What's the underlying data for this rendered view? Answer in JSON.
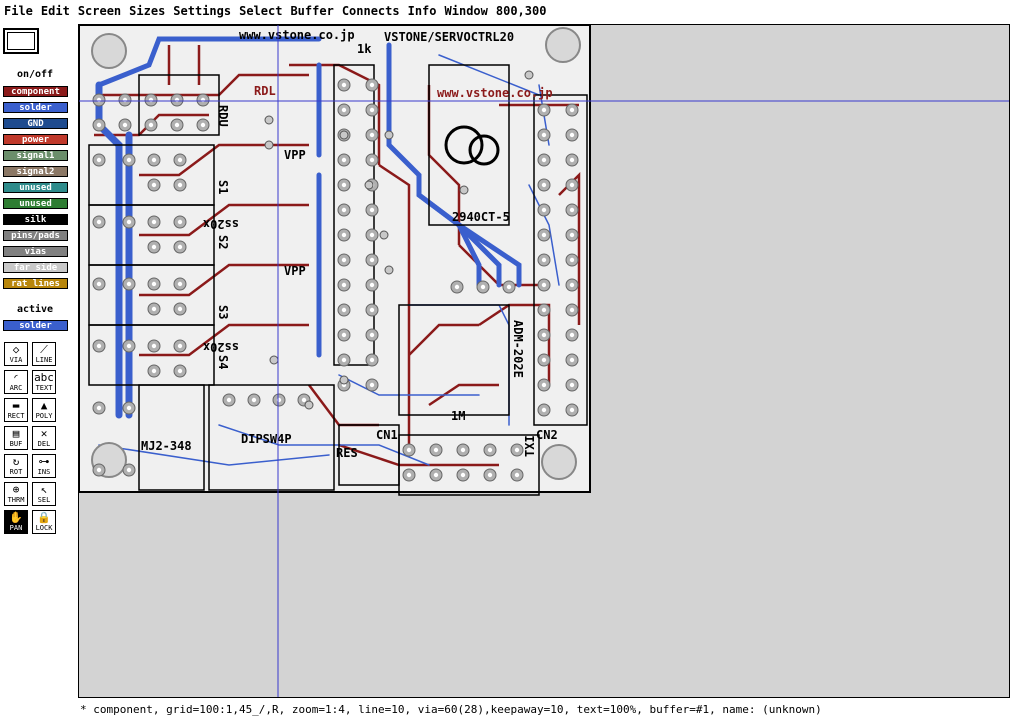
{
  "menubar": {
    "items": [
      "File",
      "Edit",
      "Screen",
      "Sizes",
      "Settings",
      "Select",
      "Buffer",
      "Connects",
      "Info",
      "Window"
    ],
    "window_size": "800,300"
  },
  "panel": {
    "onoff_label": "on/off",
    "layers": [
      {
        "name": "component",
        "bg": "#8b1a1a",
        "fg": "#ffffff"
      },
      {
        "name": "solder",
        "bg": "#3a5fcd",
        "fg": "#ffffff"
      },
      {
        "name": "GND",
        "bg": "#1e4b8f",
        "fg": "#ffffff"
      },
      {
        "name": "power",
        "bg": "#c0392b",
        "fg": "#ffffff"
      },
      {
        "name": "signal1",
        "bg": "#6b8e6b",
        "fg": "#ffffff"
      },
      {
        "name": "signal2",
        "bg": "#8b7765",
        "fg": "#ffffff"
      },
      {
        "name": "unused",
        "bg": "#2e8b8b",
        "fg": "#ffffff"
      },
      {
        "name": "unused",
        "bg": "#2e7d32",
        "fg": "#ffffff"
      },
      {
        "name": "silk",
        "bg": "#000000",
        "fg": "#ffffff"
      },
      {
        "name": "pins/pads",
        "bg": "#808080",
        "fg": "#ffffff"
      },
      {
        "name": "vias",
        "bg": "#808080",
        "fg": "#ffffff"
      },
      {
        "name": "far side",
        "bg": "#c8c8c8",
        "fg": "#ffffff"
      },
      {
        "name": "rat lines",
        "bg": "#b8860b",
        "fg": "#ffffff"
      }
    ],
    "active_label": "active",
    "active_layer": {
      "name": "solder",
      "bg": "#3a5fcd"
    },
    "tools": [
      {
        "name": "VIA",
        "icon": "via-icon",
        "glyph": "◇"
      },
      {
        "name": "LINE",
        "icon": "line-icon",
        "glyph": "⟋"
      },
      {
        "name": "ARC",
        "icon": "arc-icon",
        "glyph": "◜"
      },
      {
        "name": "TEXT",
        "icon": "text-icon",
        "glyph": "abc"
      },
      {
        "name": "RECT",
        "icon": "rect-icon",
        "glyph": "▬"
      },
      {
        "name": "POLY",
        "icon": "poly-icon",
        "glyph": "▲"
      },
      {
        "name": "BUF",
        "icon": "buffer-icon",
        "glyph": "▤"
      },
      {
        "name": "DEL",
        "icon": "delete-icon",
        "glyph": "✕"
      },
      {
        "name": "ROT",
        "icon": "rotate-icon",
        "glyph": "↻"
      },
      {
        "name": "INS",
        "icon": "insert-icon",
        "glyph": "⊶"
      },
      {
        "name": "THRM",
        "icon": "thermal-icon",
        "glyph": "⊕"
      },
      {
        "name": "SEL",
        "icon": "select-arrow-icon",
        "glyph": "↖"
      },
      {
        "name": "PAN",
        "icon": "hand-icon",
        "glyph": "✋"
      },
      {
        "name": "LOCK",
        "icon": "lock-icon",
        "glyph": "🔒"
      }
    ],
    "selected_tool": "PAN"
  },
  "board": {
    "labels": {
      "url_top": "www.vstone.co.jp",
      "title": "VSTONE/SERVOCTRL20",
      "res_1k": "1k",
      "url_right": "www.vstone.co.jp",
      "rdl": "RDL",
      "rdu": "RDU",
      "vpp_top": "VPP",
      "vpp_bottom": "VPP",
      "s1": "S1",
      "s2": "S2",
      "s3": "S3",
      "s4": "S4",
      "ss20x": "ss20x",
      "ss20x_b": "ss20x",
      "reg": "2940CT-5",
      "adc": "ADM-202E",
      "res_1m": "1M",
      "cn1": "CN1",
      "cn2": "CN2",
      "res": "RES",
      "dipsw": "DIPSW4P",
      "mj": "MJ2-348",
      "txi": "TXI"
    },
    "colors": {
      "board": "#f0f0f0",
      "component": "#8b1a1a",
      "solder": "#3a5fcd",
      "pad": "#b0b0b0",
      "silk": "#000000",
      "crosshair": "#3a3acd"
    }
  },
  "status": {
    "text": "* component, grid=100:1,45_/,R, zoom=1:4, line=10, via=60(28),keepaway=10, text=100%, buffer=#1, name: (unknown)"
  }
}
